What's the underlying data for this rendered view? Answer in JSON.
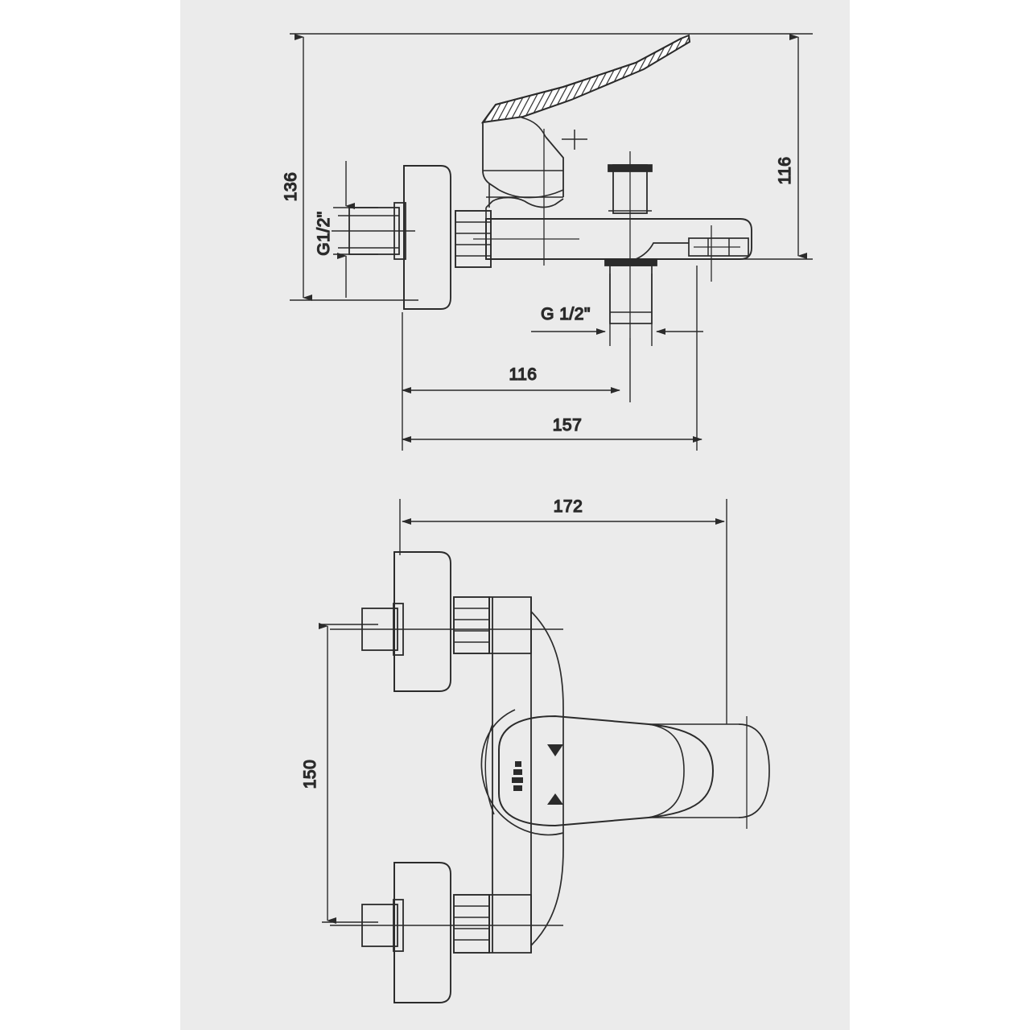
{
  "drawing": {
    "title": "bath-shower mixer technical dimension drawing",
    "background_color": "#ffffff",
    "panel_color": "#ebebeb",
    "line_color": "#2b2b2b",
    "views": [
      {
        "name": "side-elevation-view",
        "position": "top"
      },
      {
        "name": "plan-top-view",
        "position": "bottom"
      }
    ],
    "dimensions": {
      "overall_height": "136",
      "spout_height": "116",
      "inlet_thread_left": "G1/2\"",
      "outlet_thread_bottom": "G 1/2\"",
      "center_to_outlet": "116",
      "overall_depth": "157",
      "overall_width": "172",
      "inlet_center_spacing": "150"
    },
    "labels": {
      "height_136": "136",
      "height_116": "116",
      "thread_g12_left": "G1/2\"",
      "thread_g12_bottom": "G 1/2\"",
      "depth_116": "116",
      "depth_157": "157",
      "width_172": "172",
      "spacing_150": "150"
    }
  }
}
